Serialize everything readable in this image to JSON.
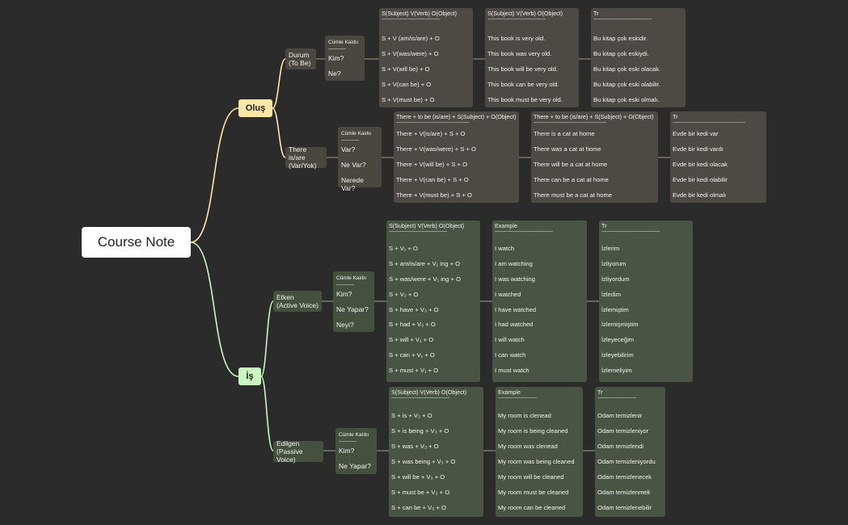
{
  "root": "Course Note",
  "olus": {
    "label": "Oluş",
    "durum": {
      "label": "Durum\n(To Be)",
      "q": {
        "title": "Cümle Kalıbı",
        "sep": "-----------",
        "items": [
          "Kim?",
          "Ne?"
        ]
      },
      "col1": {
        "head": "S(Subject)  V(Verb) O(Object)",
        "sep": "------------------------------------------------",
        "rows": [
          "S + V (am/is/are) + O",
          "S + V(was/were) + O",
          "S + V(will be) + O",
          "S + V(can be) + O",
          "S + V(must be) + O"
        ]
      },
      "col2": {
        "head": "S(Subject)  V(Verb) O(Object)",
        "sep": "------------------------------------------------",
        "rows": [
          "This book is very old.",
          "This book was very old.",
          "This book will be very old.",
          "This book can be very old.",
          "This book must be very old."
        ]
      },
      "col3": {
        "head": "Tr",
        "sep": "------------------------------------------------",
        "rows": [
          "Bu kitap çok eskidir.",
          "Bu kitap çok eskiydi.",
          "Bu kitap çok eski olacak.",
          "Bu kitap çok eski olabilir.",
          "Bu kitap çok eski olmalı."
        ]
      }
    },
    "there": {
      "label": "There is/are\n(Var/Yok)",
      "q": {
        "title": "Cümle Kalıbı",
        "sep": "-----------",
        "items": [
          "Var?",
          "Ne Var?",
          "Nerede Var?"
        ]
      },
      "col1": {
        "head": "There + to be (is/are) + S(Subject) + O(Object)",
        "sep": "------------------------------------------------------------",
        "rows": [
          "There + V(is/are) + S + O",
          "There + V(was/were) + S + O",
          "There + V(will be) + S + O",
          "There + V(can be) + S + O",
          "There + V(must be) + S + O"
        ]
      },
      "col2": {
        "head": "There + to be (is/are) + S(Subject) + O(Object)",
        "sep": "------------------------------------------------------------",
        "rows": [
          "There is a cat at home",
          "There was a cat at home",
          "There will be a cat at home",
          "There can be a cat at home",
          "There must be a cat at home"
        ]
      },
      "col3": {
        "head": "Tr",
        "sep": "------------------------------------------------------------",
        "rows": [
          "Evde bir kedi var",
          "Evde bir kedi vardı",
          "Evde bir kedi olacak",
          "Evde bir kedi olabilir",
          "Evde bir kedi olmalı"
        ]
      }
    }
  },
  "is": {
    "label": "İş",
    "etken": {
      "label": "Etken\n(Active Voice)",
      "q": {
        "title": "Cümle Kalıbı",
        "sep": "-----------",
        "items": [
          "Kim?",
          "Ne Yapar?",
          "Neyi?"
        ]
      },
      "col1": {
        "head": "S(Subject)  V(Verb) O(Object)",
        "sep": "------------------------------------------------",
        "rows": [
          "S + V₁ + O",
          "S + am/is/are + V₁ ing + O",
          "S + was/were + V₁ ing + O",
          "S + V₂ + O",
          "S + have + V₃ + O",
          "S + had + V₃ + O",
          "S + will + V₁ + O",
          "S + can + V₁ + O",
          "S + must + V₁ + O"
        ]
      },
      "col2": {
        "head": "Example",
        "sep": "------------------------------------------------",
        "rows": [
          "I watch",
          "I am watching",
          "I was watching",
          "I watched",
          "I have watched",
          "I had watched",
          "I will watch",
          "I can watch",
          "I must watch"
        ]
      },
      "col3": {
        "head": "Tr",
        "sep": "------------------------------------------------",
        "rows": [
          "İzlerim",
          "İzliyorum",
          "İzliyordum",
          "İzledim",
          "İzlemiştim",
          "İzlemişmiştim",
          "İzleyeceğim",
          "İzleyebilirim",
          "İzlemeliyim"
        ]
      }
    },
    "edilgen": {
      "label": "Edilgen\n(Passive Voice)",
      "q": {
        "title": "Cümle Kalıbı",
        "sep": "-----------",
        "items": [
          "Kim?",
          "Ne Yapar?"
        ]
      },
      "col1": {
        "head": "S(Subject)  V(Verb) O(Object)",
        "sep": "------------------------------------------------",
        "rows": [
          "S + is + V₃ + O",
          "S + is being + V₃ + O",
          "S + was + V₃ + O",
          "S + was being + V₃ + O",
          "S + will be + V₃ + O",
          "S + must be + V₃ + O",
          "S + can be + V₃ + O"
        ]
      },
      "col2": {
        "head": "Example",
        "sep": "--------------------------------",
        "rows": [
          "My room is clenead",
          "My room is being cleaned",
          "My room was clenead",
          "My room was being cleaned",
          "My room will be cleaned",
          "My room must be cleaned",
          "My room can be cleaned"
        ]
      },
      "col3": {
        "head": "Tr",
        "sep": "--------------------------------",
        "rows": [
          "Odam temizlenir",
          "Odam temizleniyor",
          "Odam temizlendi",
          "Odam temizleniyordu",
          "Odam temizlenecek",
          "Odam temizlenmeli",
          "Odam temizlenebilir"
        ]
      }
    }
  },
  "colors": {
    "olus": "#fde7a6",
    "is": "#c8f7c0",
    "root": "#ffffff",
    "background": "#2b2b2b"
  }
}
